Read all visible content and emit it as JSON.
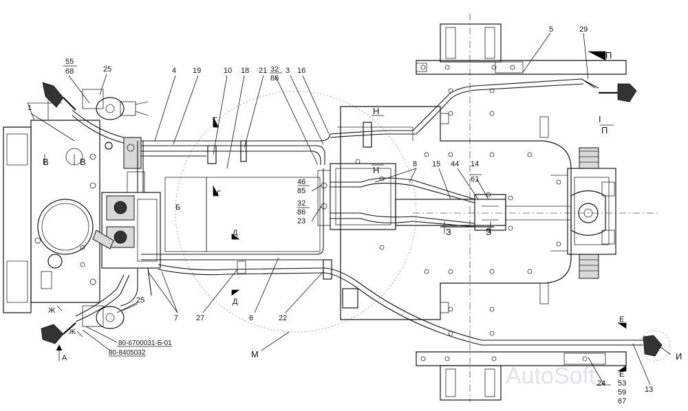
{
  "diagram": {
    "watermark": "AutoSoft",
    "labels": {
      "n1": "1",
      "n4": "4",
      "n19": "19",
      "n10": "10",
      "n18": "18",
      "n21": "21",
      "n32a": "32",
      "n86a": "86",
      "n3": "3",
      "n16": "16",
      "n5": "5",
      "n29": "29",
      "n55": "55",
      "n68": "68",
      "n25a": "25",
      "n25b": "25",
      "n8": "8",
      "n15": "15",
      "n44": "44",
      "n14": "14",
      "n61": "61",
      "n46": "46",
      "n85": "85",
      "n32b": "32",
      "n86b": "86",
      "n23": "23",
      "n7": "7",
      "n27": "27",
      "n6": "6",
      "n22": "22",
      "n13": "13",
      "n24": "24",
      "n53": "53",
      "n59": "59",
      "n67": "67",
      "partA": "80-6700031-Б-01",
      "partB": "80-8405032",
      "vA": "А",
      "vB1": "В",
      "vB2": "В",
      "vBsec": "Б",
      "vG1": "Г",
      "vG2": "Г",
      "vD1": "Д",
      "vD2": "Д",
      "vN1": "Н",
      "vN2": "Н",
      "vZh1": "Ж",
      "vZh2": "Ж",
      "vE1": "Е",
      "vE2": "Е",
      "vI": "И",
      "vM": "М",
      "vP1": "П",
      "vP2": "П",
      "vI2": "I",
      "vZ1": "З",
      "vZ2": "З"
    }
  }
}
